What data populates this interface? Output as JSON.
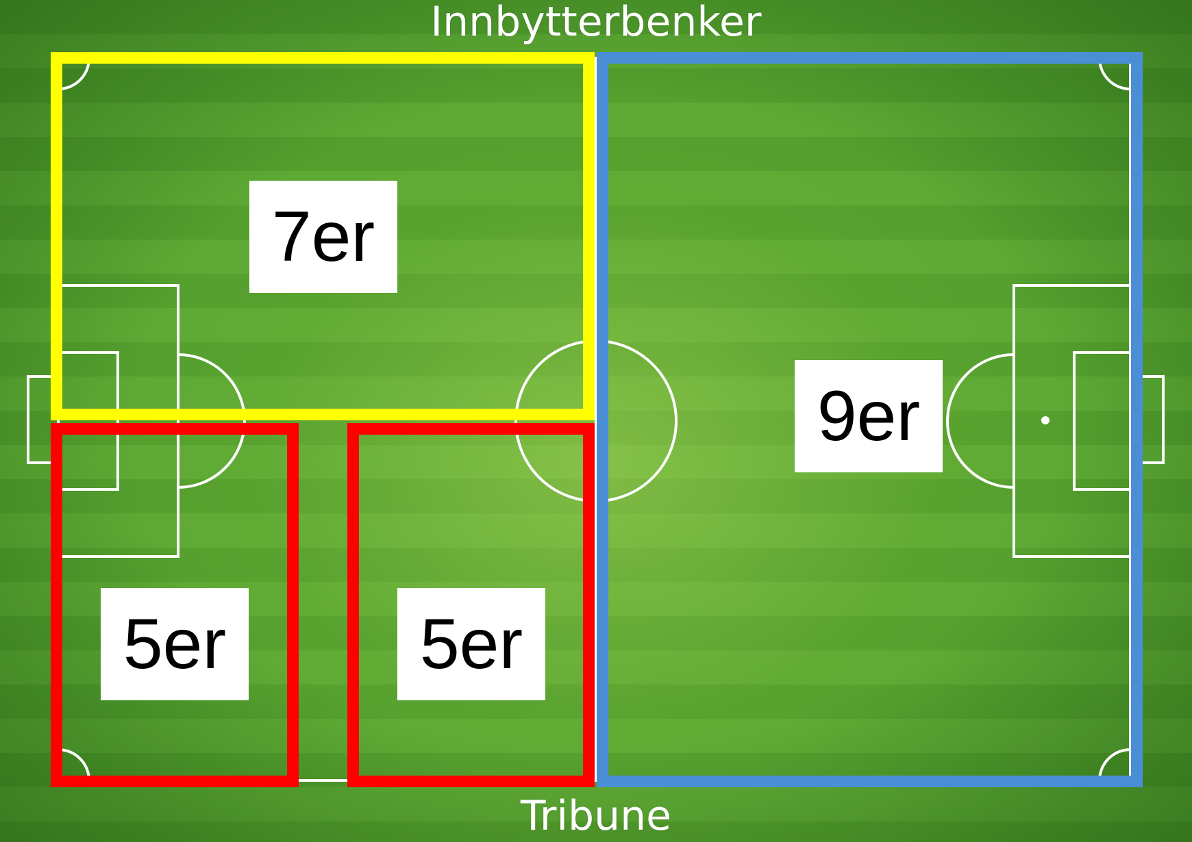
{
  "captions": {
    "top": "Innbytterbenker",
    "bottom": "Tribune"
  },
  "zones": [
    {
      "label": "7er",
      "color": "#ffff00"
    },
    {
      "label": "5er",
      "color": "#ff0000"
    },
    {
      "label": "5er",
      "color": "#ff0000"
    },
    {
      "label": "9er",
      "color": "#4a8fd6"
    }
  ],
  "colors": {
    "grass": "#5aa733",
    "pitch_lines": "#ffffff"
  }
}
